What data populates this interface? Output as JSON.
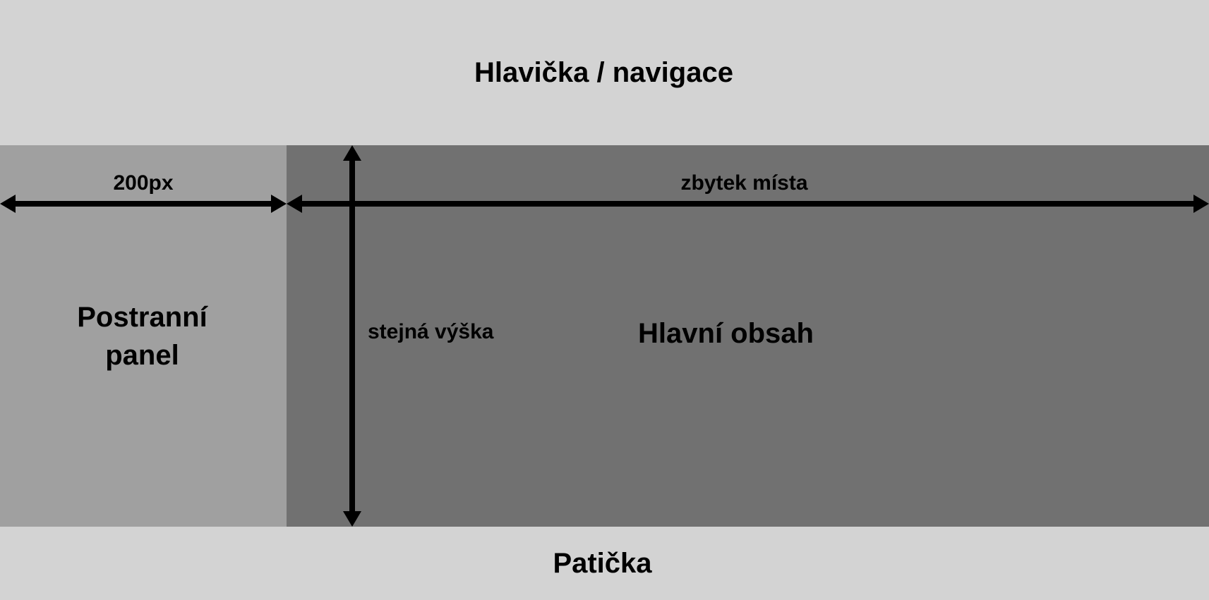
{
  "colors": {
    "header_bg": "#d3d3d3",
    "sidebar_bg": "#a0a0a0",
    "main_bg": "#717171",
    "footer_bg": "#d3d3d3",
    "arrow": "#000000"
  },
  "header": {
    "title": "Hlavička / navigace"
  },
  "sidebar": {
    "title_line1": "Postranní",
    "title_line2": "panel",
    "width_label": "200px"
  },
  "main": {
    "title": "Hlavní obsah",
    "rest_label": "zbytek místa",
    "height_label": "stejná výška"
  },
  "footer": {
    "title": "Patička"
  }
}
